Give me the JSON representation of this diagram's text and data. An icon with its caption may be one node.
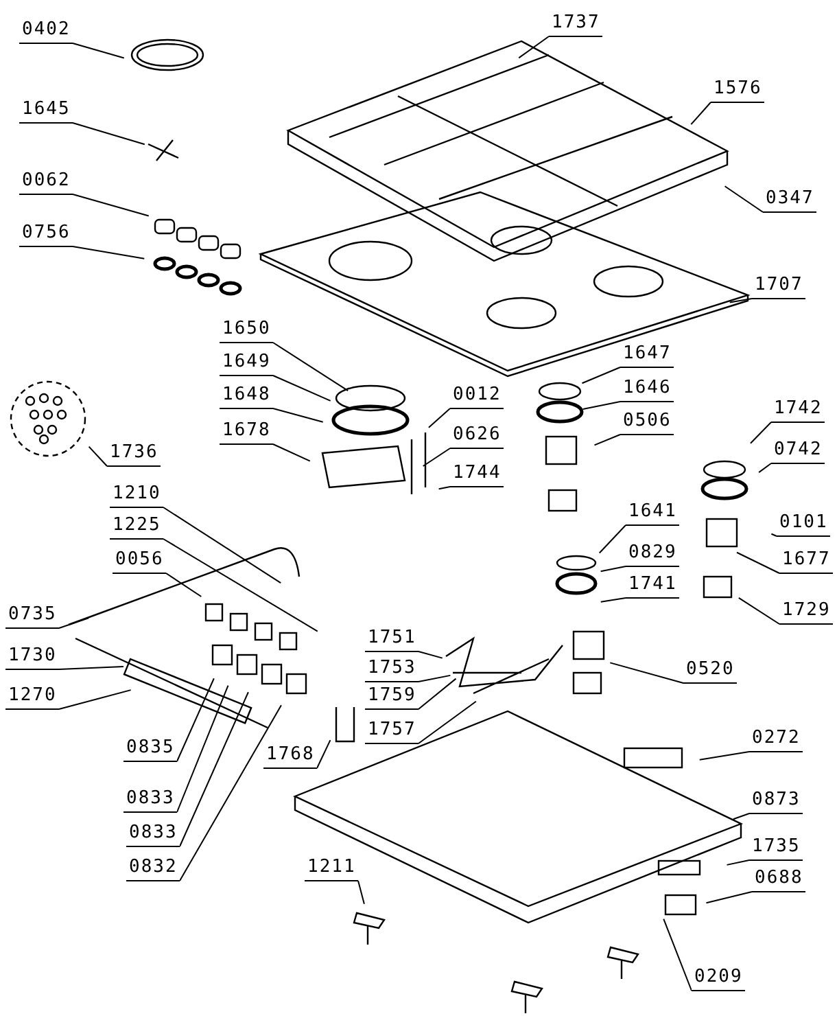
{
  "diagram": {
    "nodes": [
      {
        "text": [
          "0402"
        ]
      },
      {
        "text": [
          "1645"
        ]
      },
      {
        "text": [
          "0062"
        ]
      },
      {
        "text": [
          "0756"
        ]
      },
      {
        "text": [
          "1737"
        ]
      },
      {
        "text": [
          "1576"
        ]
      },
      {
        "text": [
          "0347"
        ]
      },
      {
        "text": [
          "1707"
        ]
      },
      {
        "text": [
          "1650"
        ]
      },
      {
        "text": [
          "1649"
        ]
      },
      {
        "text": [
          "1648"
        ]
      },
      {
        "text": [
          "1678"
        ]
      },
      {
        "text": [
          "0012"
        ]
      },
      {
        "text": [
          "0626"
        ]
      },
      {
        "text": [
          "1744"
        ]
      },
      {
        "text": [
          "1647"
        ]
      },
      {
        "text": [
          "1646"
        ]
      },
      {
        "text": [
          "0506"
        ]
      },
      {
        "text": [
          "1736"
        ]
      },
      {
        "text": [
          "1210"
        ]
      },
      {
        "text": [
          "1742"
        ]
      },
      {
        "text": [
          "0742"
        ]
      },
      {
        "text": [
          "0101"
        ]
      },
      {
        "text": [
          "1677"
        ]
      },
      {
        "text": [
          "1729"
        ]
      },
      {
        "text": [
          "1641"
        ]
      },
      {
        "text": [
          "0829"
        ]
      },
      {
        "text": [
          "1741"
        ]
      },
      {
        "text": [
          "1225"
        ]
      },
      {
        "text": [
          "0056"
        ]
      },
      {
        "text": [
          "0735"
        ]
      },
      {
        "text": [
          "1730"
        ]
      },
      {
        "text": [
          "1270"
        ]
      },
      {
        "text": [
          "1751"
        ]
      },
      {
        "text": [
          "1753"
        ]
      },
      {
        "text": [
          "1759"
        ]
      },
      {
        "text": [
          "1757"
        ]
      },
      {
        "text": [
          "0520"
        ]
      },
      {
        "text": [
          "0835"
        ]
      },
      {
        "text": [
          "1768"
        ]
      },
      {
        "text": [
          "0833"
        ]
      },
      {
        "text": [
          "0833"
        ]
      },
      {
        "text": [
          "0832"
        ]
      },
      {
        "text": [
          "0272"
        ]
      },
      {
        "text": [
          "0873"
        ]
      },
      {
        "text": [
          "1211"
        ]
      },
      {
        "text": [
          "1735"
        ]
      },
      {
        "text": [
          "0688"
        ]
      },
      {
        "text": [
          "0209"
        ]
      }
    ],
    "edges": [
      {
        "from": 0,
        "to": null,
        "arrow": "none"
      },
      {
        "from": 1,
        "to": null,
        "arrow": "none"
      },
      {
        "from": 2,
        "to": null,
        "arrow": "none"
      },
      {
        "from": 3,
        "to": null,
        "arrow": "none"
      },
      {
        "from": 4,
        "to": null,
        "arrow": "none"
      },
      {
        "from": 5,
        "to": null,
        "arrow": "none"
      },
      {
        "from": 6,
        "to": null,
        "arrow": "none"
      },
      {
        "from": 7,
        "to": null,
        "arrow": "none"
      },
      {
        "from": 8,
        "to": null,
        "arrow": "none"
      },
      {
        "from": 9,
        "to": null,
        "arrow": "none"
      },
      {
        "from": 10,
        "to": null,
        "arrow": "none"
      },
      {
        "from": 11,
        "to": null,
        "arrow": "none"
      },
      {
        "from": 12,
        "to": null,
        "arrow": "none"
      },
      {
        "from": 13,
        "to": null,
        "arrow": "none"
      },
      {
        "from": 14,
        "to": null,
        "arrow": "none"
      },
      {
        "from": 15,
        "to": null,
        "arrow": "none"
      },
      {
        "from": 16,
        "to": null,
        "arrow": "none"
      },
      {
        "from": 17,
        "to": null,
        "arrow": "none"
      },
      {
        "from": 18,
        "to": null,
        "arrow": "none"
      },
      {
        "from": 19,
        "to": null,
        "arrow": "none"
      },
      {
        "from": 20,
        "to": null,
        "arrow": "none"
      },
      {
        "from": 21,
        "to": null,
        "arrow": "none"
      },
      {
        "from": 22,
        "to": null,
        "arrow": "none"
      },
      {
        "from": 23,
        "to": null,
        "arrow": "none"
      },
      {
        "from": 24,
        "to": null,
        "arrow": "none"
      },
      {
        "from": 25,
        "to": null,
        "arrow": "none"
      },
      {
        "from": 26,
        "to": null,
        "arrow": "none"
      },
      {
        "from": 27,
        "to": null,
        "arrow": "none"
      },
      {
        "from": 28,
        "to": null,
        "arrow": "none"
      },
      {
        "from": 29,
        "to": null,
        "arrow": "none"
      },
      {
        "from": 30,
        "to": null,
        "arrow": "none"
      },
      {
        "from": 31,
        "to": null,
        "arrow": "none"
      },
      {
        "from": 32,
        "to": null,
        "arrow": "none"
      },
      {
        "from": 33,
        "to": null,
        "arrow": "none"
      },
      {
        "from": 34,
        "to": null,
        "arrow": "none"
      },
      {
        "from": 35,
        "to": null,
        "arrow": "none"
      },
      {
        "from": 36,
        "to": null,
        "arrow": "none"
      },
      {
        "from": 37,
        "to": null,
        "arrow": "none"
      },
      {
        "from": 38,
        "to": null,
        "arrow": "none"
      },
      {
        "from": 39,
        "to": null,
        "arrow": "none"
      },
      {
        "from": 40,
        "to": null,
        "arrow": "none"
      },
      {
        "from": 41,
        "to": null,
        "arrow": "none"
      },
      {
        "from": 42,
        "to": null,
        "arrow": "none"
      },
      {
        "from": 43,
        "to": null,
        "arrow": "none"
      },
      {
        "from": 44,
        "to": null,
        "arrow": "none"
      },
      {
        "from": 45,
        "to": null,
        "arrow": "none"
      },
      {
        "from": 46,
        "to": null,
        "arrow": "none"
      },
      {
        "from": 47,
        "to": null,
        "arrow": "none"
      },
      {
        "from": 48,
        "to": null,
        "arrow": "none"
      }
    ]
  }
}
